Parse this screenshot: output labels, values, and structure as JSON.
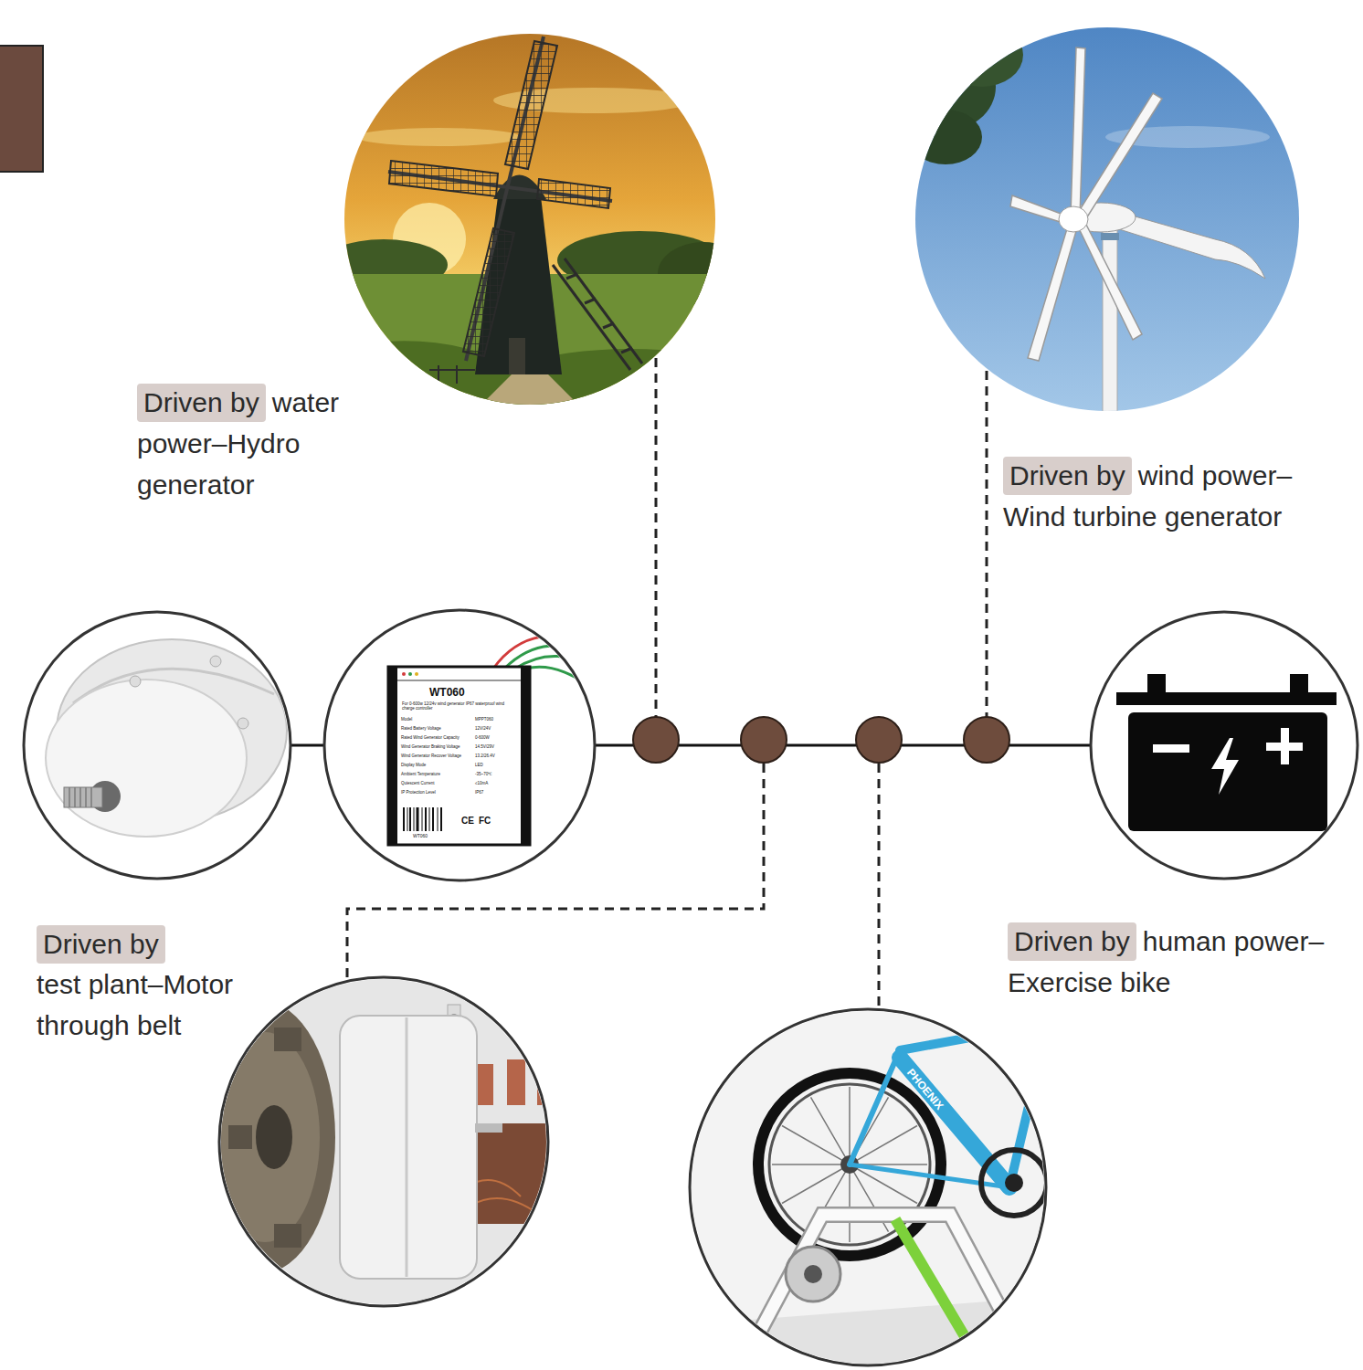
{
  "diagram": {
    "nodes": [
      {
        "text": [
          "Driven by",
          "water power–Hydro generator"
        ]
      },
      {
        "text": [
          "Driven by",
          "wind power–Wind turbine generator"
        ]
      },
      {
        "text": [
          "Driven by",
          "test plant–Motor through belt"
        ]
      },
      {
        "text": [
          "Driven by",
          "human power–Exercise bike"
        ]
      }
    ],
    "labels": [
      "WT060",
      "For 0-600w 12/24v wind generator IP67 waterproof wind charge controller",
      "Model",
      "MPPT060",
      "Rated Battery Voltage",
      "12V/24V",
      "Rated Wind Generator Capacity",
      "0-600W",
      "Wind Generator Braking Voltage",
      "14.5V/29V",
      "Wind Generator Recover Voltage",
      "13.2/26.4V",
      "Display Mode",
      "LED",
      "Ambient Temperature",
      "-35~70℃",
      "Quiescent Current",
      "≤10mA",
      "IP Protection Level",
      "IP67",
      "CE",
      "FC",
      "WT060",
      "PHOENIX"
    ]
  }
}
